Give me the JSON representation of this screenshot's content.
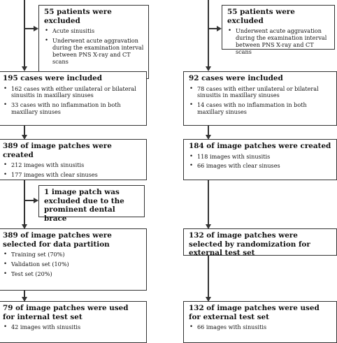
{
  "left": {
    "excluded": {
      "title": "55 patients were excluded",
      "items": [
        "Acute sinusitis",
        "Underwent acute aggravation during the examination interval between PNS X-ray and CT scans"
      ]
    },
    "included": {
      "title": "195 cases were included",
      "items": [
        "162 cases with either unilateral or bilateral sinusitis in maxillary sinuses",
        "33 cases with no inflammation in both maxillary sinuses"
      ]
    },
    "patches": {
      "title": "389 of image patches were created",
      "items": [
        "212 images with sinusitis",
        "177 images with clear sinuses"
      ]
    },
    "patch_excluded": {
      "title": "1 image patch was excluded due to the prominent dental brace"
    },
    "partition": {
      "title": "389 of image patches were selected for data partition",
      "items": [
        "Training set (70%)",
        "Validation set (10%)",
        "Test set (20%)"
      ]
    },
    "test": {
      "title": "79 of image patches were used for internal test set",
      "items": [
        "42 images with sinusitis"
      ]
    }
  },
  "right": {
    "excluded": {
      "title": "55 patients were excluded",
      "items": [
        "Underwent acute aggravation during the examination interval between PNS X-ray and CT scans"
      ]
    },
    "included": {
      "title": "92 cases were included",
      "items": [
        "78 cases with either unilateral or bilateral sinusitis in maxillary sinuses",
        "14 cases with no inflammation in both maxillary sinuses"
      ]
    },
    "patches": {
      "title": "184 of image patches were created",
      "items": [
        "118 images with sinusitis",
        "66 images with clear sinuses"
      ]
    },
    "randomization": {
      "title": "132 of image patches were selected by randomization for external test set"
    },
    "test": {
      "title": "132 of image patches were used for external test set",
      "items": [
        "66 images with sinusitis"
      ]
    }
  }
}
